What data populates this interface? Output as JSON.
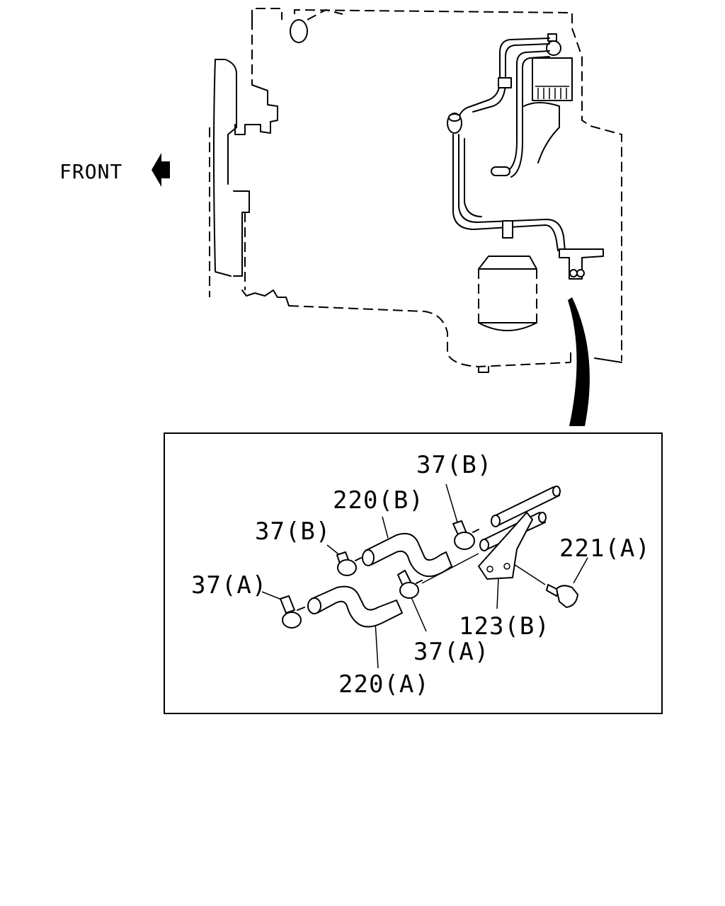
{
  "diagram": {
    "front_label": "FRONT",
    "labels": {
      "clamp_b_top": "37(B)",
      "hose_b": "220(B)",
      "clamp_b_left": "37(B)",
      "clamp_a_left": "37(A)",
      "bolt": "221(A)",
      "bracket": "123(B)",
      "clamp_a_bottom": "37(A)",
      "hose_a": "220(A)"
    }
  }
}
